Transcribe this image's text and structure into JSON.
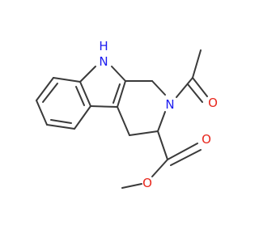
{
  "atoms": {
    "indole_nh": {
      "symbol": "N",
      "hydrogen": "H",
      "color": "#1c1cf0"
    },
    "ring_n": {
      "symbol": "N",
      "color": "#1c1cf0"
    },
    "acetyl_o": {
      "symbol": "O",
      "color": "#e8261c"
    },
    "ester_carbonyl_o": {
      "symbol": "O",
      "color": "#e8261c"
    },
    "ester_o": {
      "symbol": "O",
      "color": "#e8261c"
    }
  },
  "colors": {
    "bond": "#3a3a3a",
    "nitrogen": "#1c1cf0",
    "oxygen": "#e8261c",
    "background": "#ffffff"
  }
}
